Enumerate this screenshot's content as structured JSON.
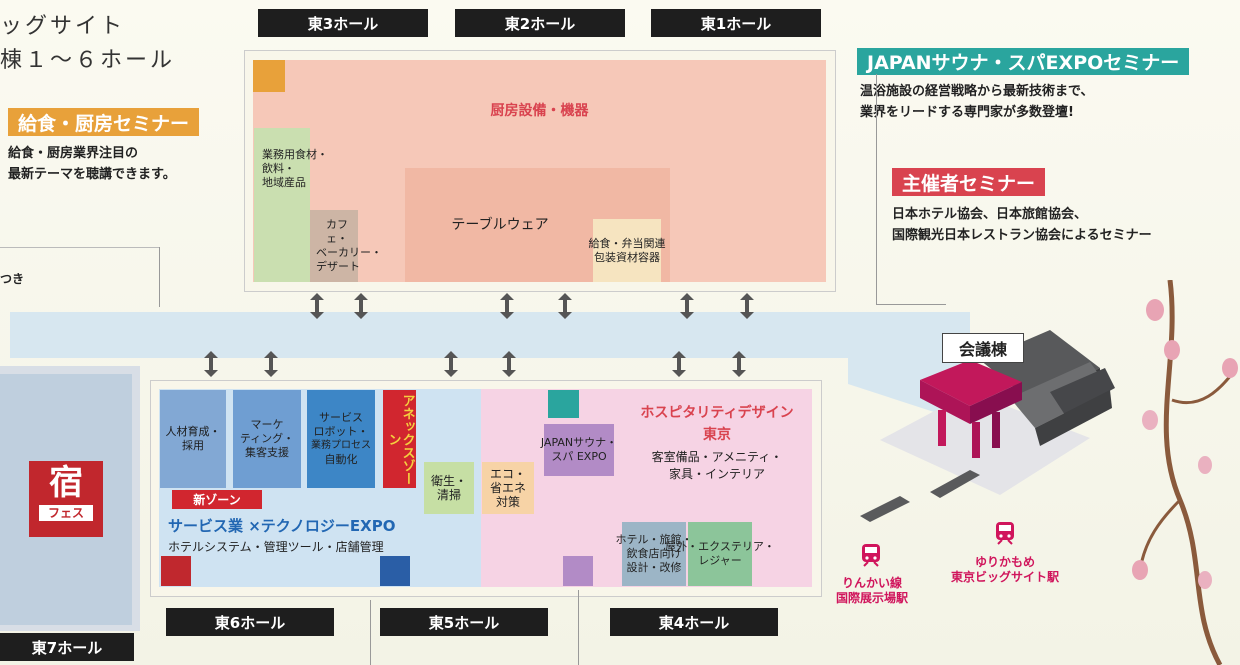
{
  "venue": {
    "line1": "ッグサイト",
    "line2": "棟１～６ホール"
  },
  "halls": {
    "e1": "東1ホール",
    "e2": "東2ホール",
    "e3": "東3ホール",
    "e4": "東4ホール",
    "e5": "東5ホール",
    "e6": "東6ホール",
    "e7": "東7ホール"
  },
  "seminars": {
    "food": {
      "title": "給食・厨房セミナー",
      "desc1": "給食・厨房業界注目の",
      "desc2": "最新テーマを聴講できます。",
      "color": "#e8a13a"
    },
    "sauna": {
      "title": "JAPANサウナ・スパEXPOセミナー",
      "desc1": "温浴施設の経営戦略から最新技術まで、",
      "desc2": "業界をリードする専門家が多数登壇!",
      "color": "#2aa59e"
    },
    "host": {
      "title": "主催者セミナー",
      "desc1": "日本ホテル協会、日本旅館協会、",
      "desc2": "国際観光日本レストラン協会によるセミナー",
      "color": "#d9434f"
    }
  },
  "zones": {
    "kitchen": "厨房設備・機器",
    "food": [
      "業務用食材・",
      "飲料・",
      "地域産品"
    ],
    "cafe": [
      "カフェ・",
      "ベーカリー・",
      "デザート"
    ],
    "table": "テーブルウェア",
    "bento": [
      "給食・弁当関連",
      "包装資材容器"
    ],
    "hr": [
      "人材育成・",
      "採用"
    ],
    "marketing": [
      "マーケ",
      "ティング・",
      "集客支援"
    ],
    "robot": [
      "サービス",
      "ロボット・",
      "業務プロセス",
      "自動化"
    ],
    "annex": "アネックスゾーン",
    "hygiene": [
      "衛生・",
      "清掃"
    ],
    "eco": [
      "エコ・",
      "省エネ",
      "対策"
    ],
    "sauna": [
      "JAPANサウナ・",
      "スパ EXPO"
    ],
    "hospitality_title": [
      "ホスピタリティデザイン",
      "東京"
    ],
    "hospitality_sub": [
      "客室備品・アメニティ・",
      "家具・インテリア"
    ],
    "new_zone": "新ゾーン",
    "stexpo": "サービス業 ×テクノロジーEXPO",
    "stexpo_sub": "ホテルシステム・管理ツール・店舗管理",
    "hotelfood": [
      "ホテル・旅館・",
      "飲食店向け",
      "設計・改修"
    ],
    "exterior": [
      "屋外・エクステリア・",
      "レジャー"
    ]
  },
  "left_label": "つき",
  "logo": {
    "line1": "宿",
    "line2": "フェス"
  },
  "conference": "会議棟",
  "stations": {
    "rinkai": [
      "りんかい線",
      "国際展示場駅"
    ],
    "yurikamome": [
      "ゆりかもめ",
      "東京ビッグサイト駅"
    ]
  }
}
